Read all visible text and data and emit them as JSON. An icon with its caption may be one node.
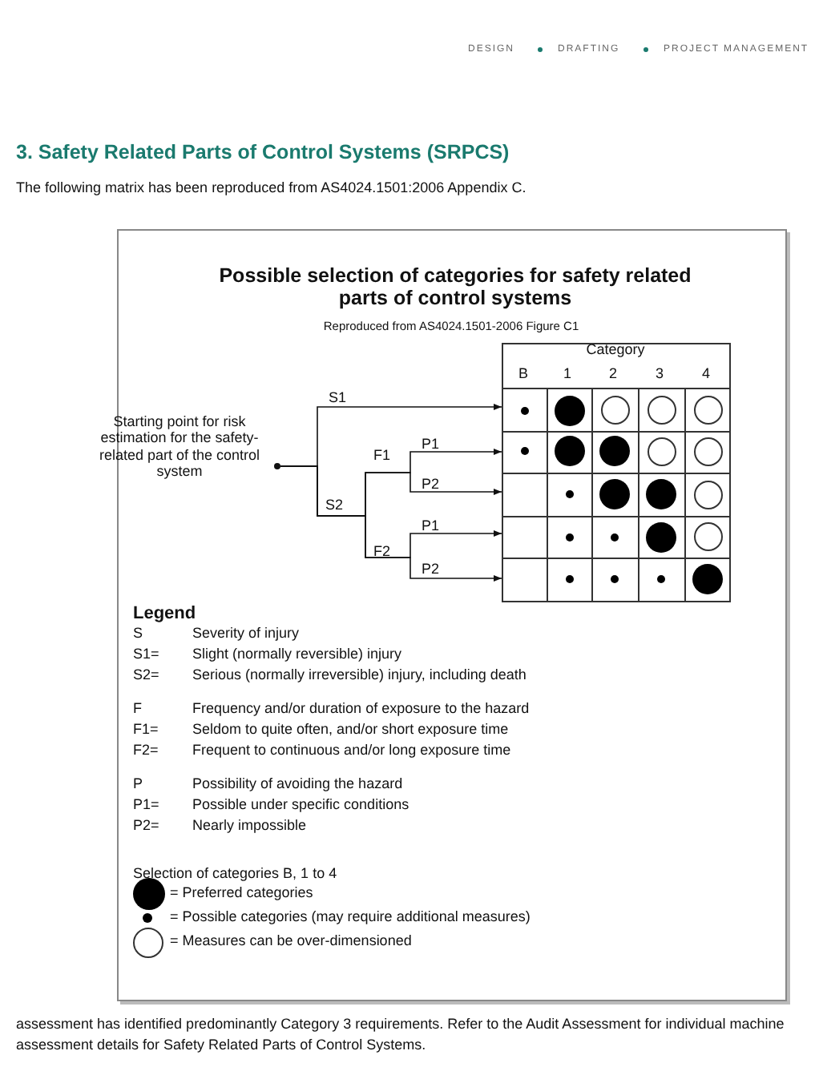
{
  "diagram": {
    "title": "3.  Safety Related Parts of Control Systems (SRPCS)",
    "nodes": [
      {
        "text": [],
        "shape": "circle",
        "beside": [
          "Starting point for risk estimation for the safety-related part of the control system"
        ]
      },
      {
        "text": [],
        "shape": "box"
      },
      {
        "text": [],
        "shape": "box"
      },
      {
        "text": [],
        "shape": "box"
      },
      {
        "text": [],
        "shape": "box"
      },
      {
        "text": [],
        "shape": "box"
      }
    ],
    "edges": [
      {
        "from": 0,
        "to": 1,
        "arrow": "to",
        "label": "S1"
      },
      {
        "from": 0,
        "to": 2,
        "arrow": "to",
        "label": "P1"
      },
      {
        "from": 0,
        "to": 3,
        "arrow": "to",
        "label": "P2"
      },
      {
        "from": 0,
        "to": 4,
        "arrow": "to",
        "label": "P1"
      },
      {
        "from": 0,
        "to": 5,
        "arrow": "to",
        "label": "P2"
      }
    ],
    "labels": [
      "DESIGN",
      "DRAFTING",
      "PROJECT MANAGEMENT",
      "The following matrix has been reproduced from AS4024.1501:2006 Appendix C.",
      "Possible selection of categories for safety related parts of control systems",
      "Reproduced from AS4024.1501-2006 Figure C1",
      "Category",
      "B",
      "1",
      "2",
      "3",
      "4",
      "F1",
      "S2",
      "F2",
      "Legend",
      "S",
      "Severity of injury",
      "S1=",
      "Slight (normally reversible) injury",
      "S2=",
      "Serious (normally irreversible) injury, including death",
      "F",
      "Frequency and/or duration of exposure to the hazard",
      "F1=",
      "Seldom to quite often, and/or short exposure time",
      "F2=",
      "Frequent to continuous and/or long exposure time",
      "P",
      "Possibility of avoiding the hazard",
      "P1=",
      "Possible under specific conditions",
      "P2=",
      "Nearly impossible",
      "Selection of categories B, 1 to 4",
      "assessment has identified predominantly Category 3 requirements. Refer to the Audit Assessment for individual machine assessment details for Safety Related Parts of Control Systems."
    ],
    "legend": [
      {
        "text": "= Preferred categories"
      },
      {
        "text": "= Possible categories (may require additional measures)"
      },
      {
        "text": "= Measures can be over-dimensioned"
      }
    ]
  }
}
